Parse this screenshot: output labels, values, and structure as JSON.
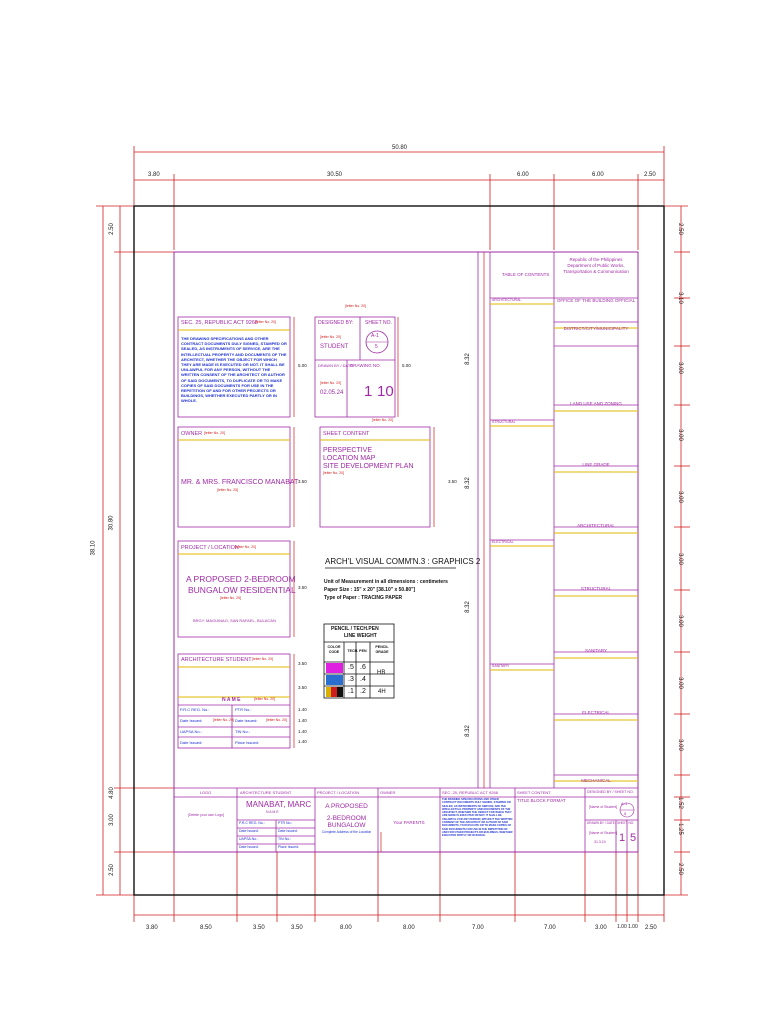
{
  "dimensions": {
    "top_overall": "50.80",
    "top_segments": [
      "3.80",
      "30.50",
      "6.00",
      "6.00",
      "2.50"
    ],
    "bottom_segments": [
      "3.80",
      "8.50",
      "3.50",
      "3.50",
      "8.00",
      "8.00",
      "7.00",
      "7.00",
      "3.00",
      "1.00",
      "1.00",
      "2.50"
    ],
    "left_overall": "38.10",
    "left_inner": "30.80",
    "left_segments": [
      "2.50",
      "4.80",
      "3.00",
      "2.50"
    ],
    "right_segments": [
      "2.50",
      "3.10",
      "3.00",
      "3.00",
      "3.00",
      "3.00",
      "3.00",
      "3.00",
      "3.00",
      "1.52",
      "1.25",
      "2.50"
    ],
    "section_heights": [
      "8.32",
      "8.32",
      "8.32",
      "8.32"
    ],
    "box_dims": [
      "5.00",
      "5.00",
      "3.50",
      "3.50",
      "3.50",
      "3.50",
      "3.50",
      "1.40",
      "1.40",
      "1.40",
      "1.40"
    ]
  },
  "tags": {
    "letter_20": "[letter No. 20]",
    "letter_25": "[letter No. 25]"
  },
  "sec25": {
    "title": "SEC. 25, REPUBLIC ACT 9266",
    "paragraph": "THE DRAWING SPECIFICATIONS AND OTHER CONTRACT DOCUMENTS DULY SIGNED, STAMPED OR SEALED, AS INSTRUMENTS OF SERVICE, ARE THE INTELLECTUAL PROPERTY AND DOCUMENTS OF THE ARCHITECT, WHETHER THE OBJECT FOR WHICH THEY ARE MADE IS EXECUTED OR NOT. IT SHALL BE UNLAWFUL FOR ANY PERSON, WITHOUT THE WRITTEN CONSENT OF THE ARCHITECT OR AUTHOR OF SAID DOCUMENTS, TO DUPLICATE OR TO MAKE COPIES OF SAID DOCUMENTS FOR USE IN THE REPETITION OF AND FOR OTHER PROJECTS OR BUILDINGS, WHETHER EXECUTED PARTLY OR IN WHOLE."
  },
  "designed_by": {
    "label": "DESIGNED BY:",
    "value": "STUDENT"
  },
  "sheet_no": {
    "label": "SHEET NO.",
    "symbol_top": "A-1",
    "symbol_bottom": "5"
  },
  "drawn_by": {
    "label": "DRAWN BY / DATE:",
    "date": "02.05.24"
  },
  "drawing_no": {
    "label": "DRAWING NO.",
    "left": "1",
    "right": "10"
  },
  "owner": {
    "label": "OWNER",
    "name": "MR. & MRS. FRANCISCO MANABAT"
  },
  "sheet_content": {
    "label": "SHEET CONTENT",
    "lines": [
      "PERSPECTIVE",
      "LOCATION MAP",
      "SITE DEVELOPMENT PLAN"
    ]
  },
  "project": {
    "label": "PROJECT / LOCATION",
    "line1": "A PROPOSED 2-BEDROOM",
    "line2": "BUNGALOW RESIDENTIAL",
    "address": "BRGY. MAGUINAO, SAN RAFAEL, BULACAN"
  },
  "course": {
    "title": "ARCH'L VISUAL COMM'N.3 : GRAPHICS 2",
    "unit": "Unit of Measurement in all dimensions : centimeters",
    "paper_size": "Paper Size : 15\" x 20\" [38.10\" x 50.80\"]",
    "paper_type": "Type of Paper : TRACING PAPER"
  },
  "pencil_table": {
    "title": "PENCIL / TECH.PEN",
    "subtitle": "LINE WEIGHT",
    "headers": [
      "COLOR CODE",
      "TECH. PEN",
      "PENCIL GRADE"
    ],
    "rows": [
      {
        "color": "#e020e0",
        "a": ".5",
        "b": ".6",
        "grade": ""
      },
      {
        "color": "#2a6fd0",
        "a": ".3",
        "b": ".4",
        "grade": "HB"
      },
      {
        "color": "#d8b000",
        "a": ".1",
        "b": ".2",
        "grade": "4H"
      }
    ]
  },
  "student_box": {
    "label": "ARCHITECTURE STUDENT",
    "name_label": "N A M E",
    "fields": [
      [
        "P.R.C REG. No.:",
        "PTR No.:"
      ],
      [
        "Date Issued:",
        "Date Issued:"
      ],
      [
        "UAPSA No.:",
        "TIN No.:"
      ],
      [
        "Date Issued:",
        "Place Issued:"
      ]
    ]
  },
  "right_panel": {
    "toc": "TABLE OF CONTENTS",
    "republic": [
      "Republic of the Philippines",
      "Department of Public Works,",
      "Transportation & Communication"
    ],
    "office": "OFFICE OF THE BUILDING OFFICIAL",
    "district": "DISTRICT/CITY/MUNICIPALITY",
    "approvals": [
      "LAND USE AND ZONING",
      "LINE GRADE",
      "ARCHITECTURAL",
      "STRUCTURAL",
      "SANITARY",
      "ELECTRICAL",
      "MECHANICAL"
    ],
    "sections": [
      "ARCHITECTURAL",
      "STRUCTURAL",
      "ELECTRICAL",
      "SANITARY"
    ]
  },
  "title_block": {
    "headers": [
      "LOGO",
      "ARCHITECTURE STUDENT",
      "PROJECT / LOCATION",
      "OWNER",
      "SEC. 25, REPUBLIC ACT 9266",
      "SHEET CONTENT",
      "DESIGNED BY / SHEET NO."
    ],
    "logo_note": "[Delete your own Logo]",
    "student_name": "MANABAT, MARC",
    "student_sub": "N A M E",
    "project_line1": "A PROPOSED",
    "project_line2": "2-BEDROOM BUNGALOW",
    "project_note": "Complete Address of the Location",
    "owner": "Your PARENTS",
    "sheet_content": "TITLE BLOCK FORMAT",
    "name_student": "[Name of Student]",
    "drawn_label": "DRAWN BY / DATE:",
    "sheet_label": "SHEET NO.",
    "name_student2": "[Name of Student]",
    "date": "31.3.24",
    "sheet_left": "1",
    "sheet_right": "5",
    "sheet_sym_top": "A-1",
    "sheet_sym_bottom": "5",
    "fields": [
      [
        "P.R.C REG. No.:",
        "PTR No.:"
      ],
      [
        "Date Issued:",
        "Date Issued:"
      ],
      [
        "UAPSA No.:",
        "TIN No.:"
      ],
      [
        "Date Issued:",
        "Place Issued:"
      ]
    ]
  }
}
